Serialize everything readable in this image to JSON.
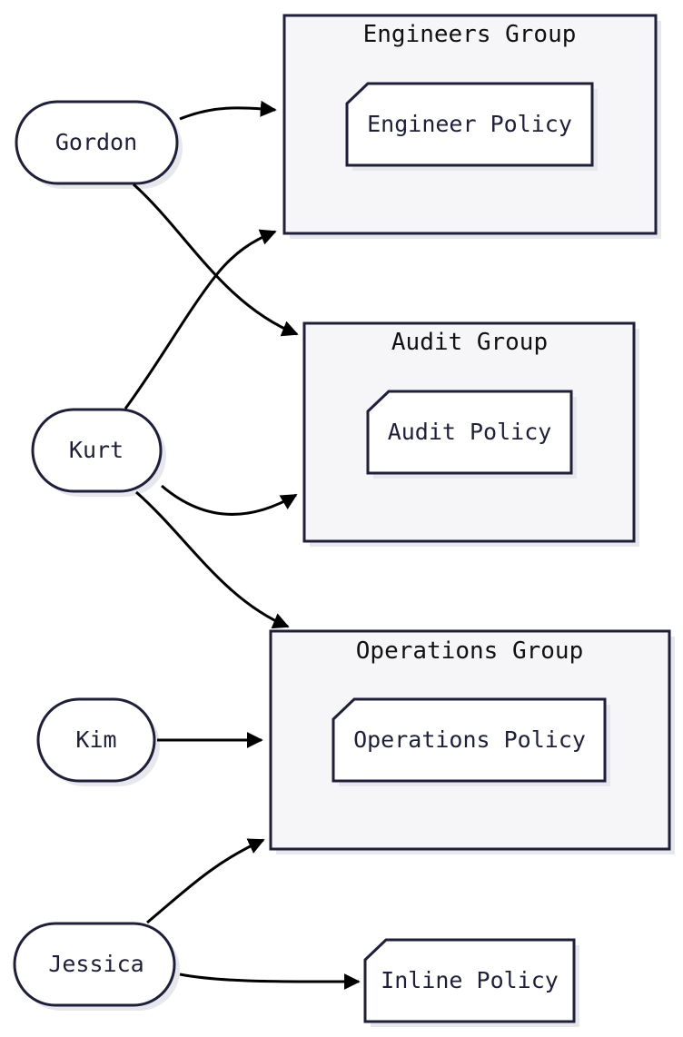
{
  "users": {
    "gordon": "Gordon",
    "kurt": "Kurt",
    "kim": "Kim",
    "jessica": "Jessica"
  },
  "groups": {
    "engineers": {
      "title": "Engineers Group",
      "policy": "Engineer Policy"
    },
    "audit": {
      "title": "Audit Group",
      "policy": "Audit Policy"
    },
    "operations": {
      "title": "Operations Group",
      "policy": "Operations Policy"
    }
  },
  "inline_policy": "Inline Policy",
  "colors": {
    "stroke": "#1f1f3a",
    "group_fill": "#f6f6f9",
    "node_fill": "#ffffff",
    "shadow": "#e7e7ee",
    "edge": "#000000"
  },
  "edges": [
    {
      "from": "Gordon",
      "to": "Engineers Group"
    },
    {
      "from": "Gordon",
      "to": "Audit Group"
    },
    {
      "from": "Kurt",
      "to": "Engineers Group"
    },
    {
      "from": "Kurt",
      "to": "Audit Group"
    },
    {
      "from": "Kurt",
      "to": "Operations Group"
    },
    {
      "from": "Kim",
      "to": "Operations Group"
    },
    {
      "from": "Jessica",
      "to": "Operations Group"
    },
    {
      "from": "Jessica",
      "to": "Inline Policy"
    }
  ]
}
